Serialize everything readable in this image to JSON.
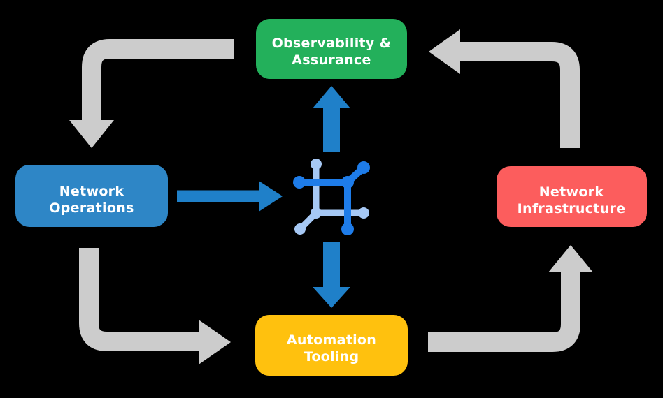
{
  "diagram": {
    "description": "Network automation platform cycle diagram",
    "nodes": {
      "observability": {
        "lines": [
          "Observability &",
          "Assurance"
        ],
        "color": "#23B05B"
      },
      "operations": {
        "lines": [
          "Network",
          "Operations"
        ],
        "color": "#2E86C6"
      },
      "infrastructure": {
        "lines": [
          "Network",
          "Infrastructure"
        ],
        "color": "#FC5D5D"
      },
      "automation": {
        "lines": [
          "Automation",
          "Tooling"
        ],
        "color": "#FFC10E"
      }
    },
    "edges": [
      {
        "from": "observability",
        "to": "operations",
        "style": "cycle"
      },
      {
        "from": "operations",
        "to": "automation",
        "style": "cycle"
      },
      {
        "from": "automation",
        "to": "infrastructure",
        "style": "cycle"
      },
      {
        "from": "infrastructure",
        "to": "observability",
        "style": "cycle"
      },
      {
        "from": "operations",
        "to": "platform-icon",
        "style": "flow"
      },
      {
        "from": "platform-icon",
        "to": "observability",
        "style": "flow"
      },
      {
        "from": "platform-icon",
        "to": "automation",
        "style": "flow"
      }
    ],
    "colors": {
      "background": "#000000",
      "cycle_arrow": "#CCCCCC",
      "flow_arrow": "#1F80C9",
      "icon_dark": "#1E7CE9",
      "icon_light": "#A6C8F4",
      "node_text": "#FFFFFF"
    }
  }
}
